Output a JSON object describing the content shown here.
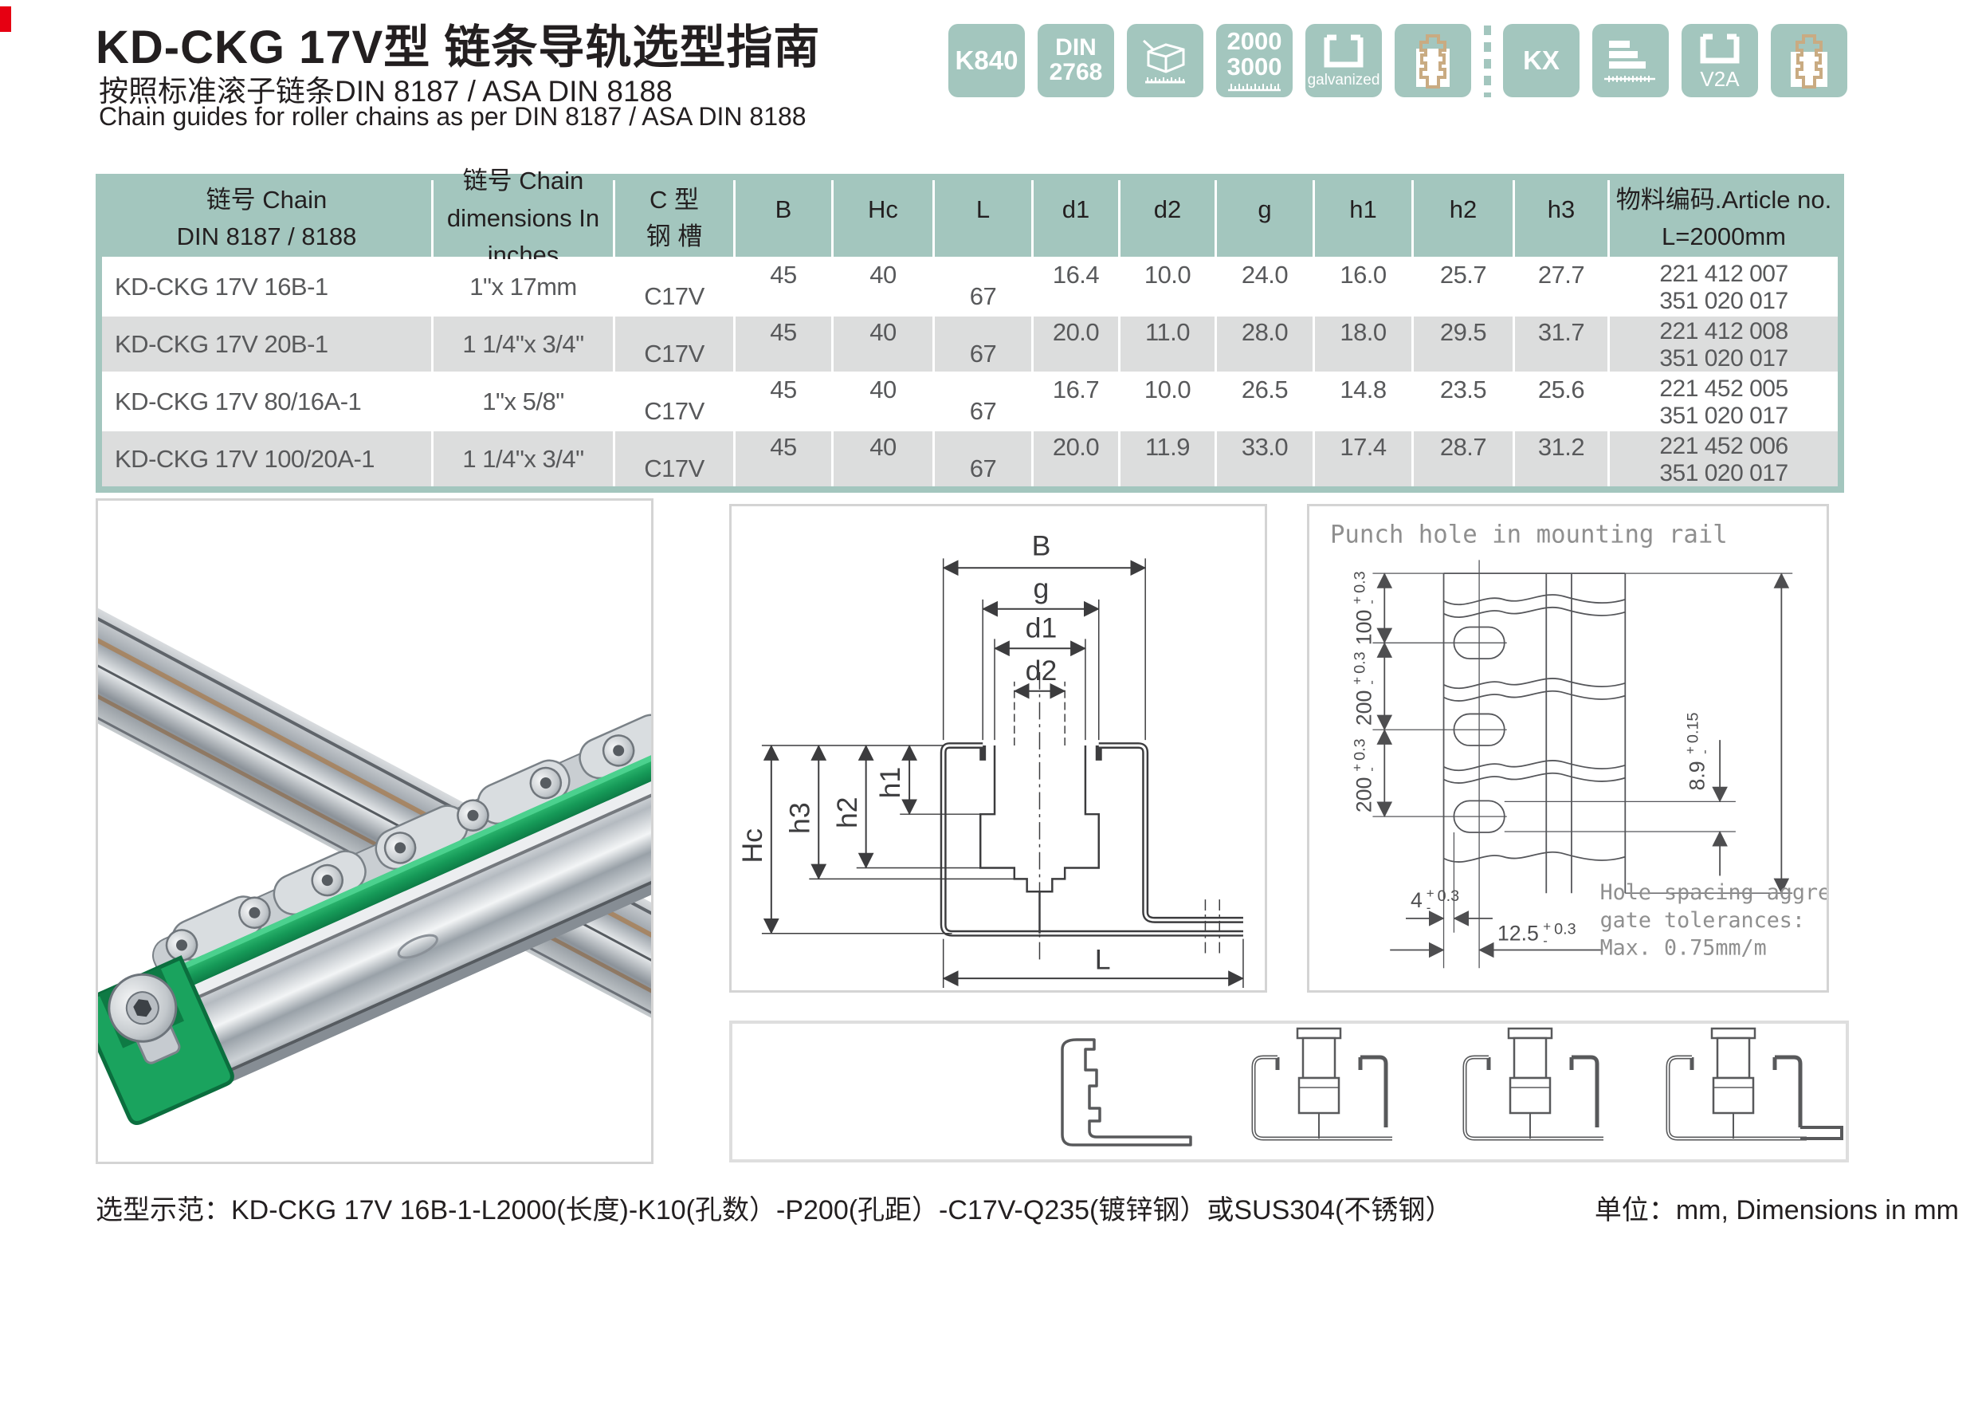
{
  "page": {
    "title": "KD-CKG 17V型 链条导轨选型指南",
    "subtitle_cn": "按照标准滚子链条DIN 8187 / ASA DIN 8188",
    "subtitle_en": "Chain guides for roller chains as per DIN 8187 / ASA DIN 8188",
    "footer_example": "选型示范：KD-CKG 17V 16B-1-L2000(长度)-K10(孔数）-P200(孔距）-C17V-Q235(镀锌钢）或SUS304(不锈钢）",
    "footer_units": "单位：mm, Dimensions in mm"
  },
  "badges": {
    "b1": "K840",
    "b2a": "DIN",
    "b2b": "2768",
    "b4a": "2000",
    "b4b": "3000",
    "b5": "galvanized",
    "b7": "KX",
    "b9": "V2A"
  },
  "table": {
    "headers": {
      "chain_l1": "链号 Chain",
      "chain_l2": "DIN 8187 / 8188",
      "dim_l1": "链号 Chain",
      "dim_l2": "dimensions In inches",
      "steel_l1": "C 型",
      "steel_l2": "钢 槽",
      "b": "B",
      "hc": "Hc",
      "l": "L",
      "d1": "d1",
      "d2": "d2",
      "g": "g",
      "h1": "h1",
      "h2": "h2",
      "h3": "h3",
      "article_l1": "物料编码.Article no.",
      "article_l2": "L=2000mm"
    },
    "rows": [
      {
        "chain": "KD-CKG 17V 16B-1",
        "inches": "1\"x 17mm",
        "steel": "C17V",
        "b": "45",
        "hc": "40",
        "l": "67",
        "d1": "16.4",
        "d2": "10.0",
        "g": "24.0",
        "h1": "16.0",
        "h2": "25.7",
        "h3": "27.7",
        "art1": "221 412 007",
        "art2": "351 020 017"
      },
      {
        "chain": "KD-CKG 17V 20B-1",
        "inches": "1 1/4\"x 3/4\"",
        "steel": "C17V",
        "b": "45",
        "hc": "40",
        "l": "67",
        "d1": "20.0",
        "d2": "11.0",
        "g": "28.0",
        "h1": "18.0",
        "h2": "29.5",
        "h3": "31.7",
        "art1": "221 412 008",
        "art2": "351 020 017"
      },
      {
        "chain": "KD-CKG 17V 80/16A-1",
        "inches": "1\"x 5/8\"",
        "steel": "C17V",
        "b": "45",
        "hc": "40",
        "l": "67",
        "d1": "16.7",
        "d2": "10.0",
        "g": "26.5",
        "h1": "14.8",
        "h2": "23.5",
        "h3": "25.6",
        "art1": "221 452 005",
        "art2": "351 020 017"
      },
      {
        "chain": "KD-CKG 17V 100/20A-1",
        "inches": "1 1/4\"x 3/4\"",
        "steel": "C17V",
        "b": "45",
        "hc": "40",
        "l": "67",
        "d1": "20.0",
        "d2": "11.9",
        "g": "33.0",
        "h1": "17.4",
        "h2": "28.7",
        "h3": "31.2",
        "art1": "221 452 006",
        "art2": "351 020 017"
      }
    ]
  },
  "section": {
    "b": "B",
    "g": "g",
    "d1": "d1",
    "d2": "d2",
    "hc": "Hc",
    "h3": "h3",
    "h2": "h2",
    "h1": "h1",
    "l": "L"
  },
  "punch": {
    "title": "Punch hole in mounting rail",
    "plus": "+",
    "minus": "-",
    "d100": "100",
    "t100": "0.3",
    "d200a": "200",
    "t200a": "0.3",
    "d200b": "200",
    "t200b": "0.3",
    "d89": "8.9",
    "t89": "0.15",
    "d4": "4",
    "t4": "0.3",
    "d125": "12.5",
    "t125": "0.3",
    "note1": "Hole spacing aggre",
    "note2": "gate tolerances:",
    "note3": "Max. 0.75mm/m"
  },
  "colors": {
    "sage": "#a3c6be",
    "tan": "#c9ab82",
    "row_alt": "#dcdddd",
    "ink": "#231f20",
    "value_gray": "#58595b",
    "diagram_gray": "#8f8f8f",
    "green": "#169a58",
    "red": "#e60012"
  }
}
